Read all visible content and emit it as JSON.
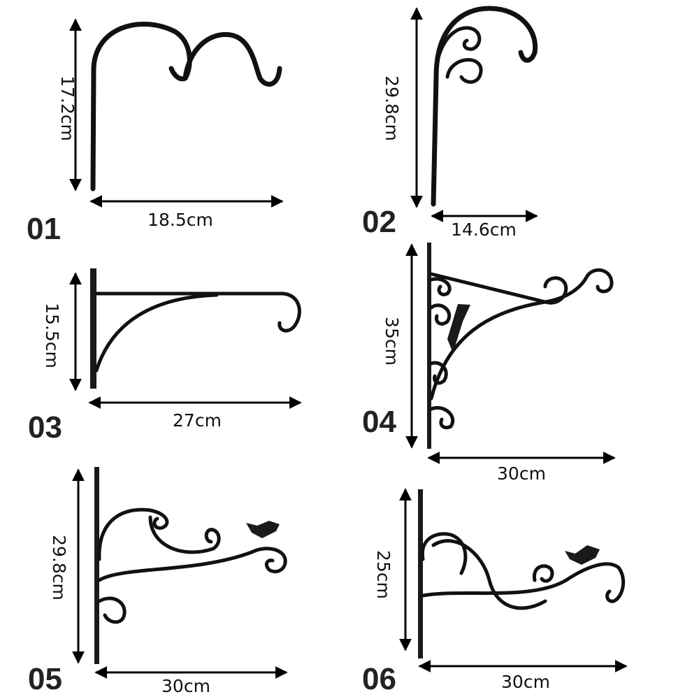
{
  "items": [
    {
      "id": "01",
      "height": "17.2cm",
      "width": "18.5cm"
    },
    {
      "id": "02",
      "height": "29.8cm",
      "width": "14.6cm"
    },
    {
      "id": "03",
      "height": "15.5cm",
      "width": "27cm"
    },
    {
      "id": "04",
      "height": "35cm",
      "width": "30cm"
    },
    {
      "id": "05",
      "height": "29.8cm",
      "width": "30cm"
    },
    {
      "id": "06",
      "height": "25cm",
      "width": "30cm"
    }
  ]
}
